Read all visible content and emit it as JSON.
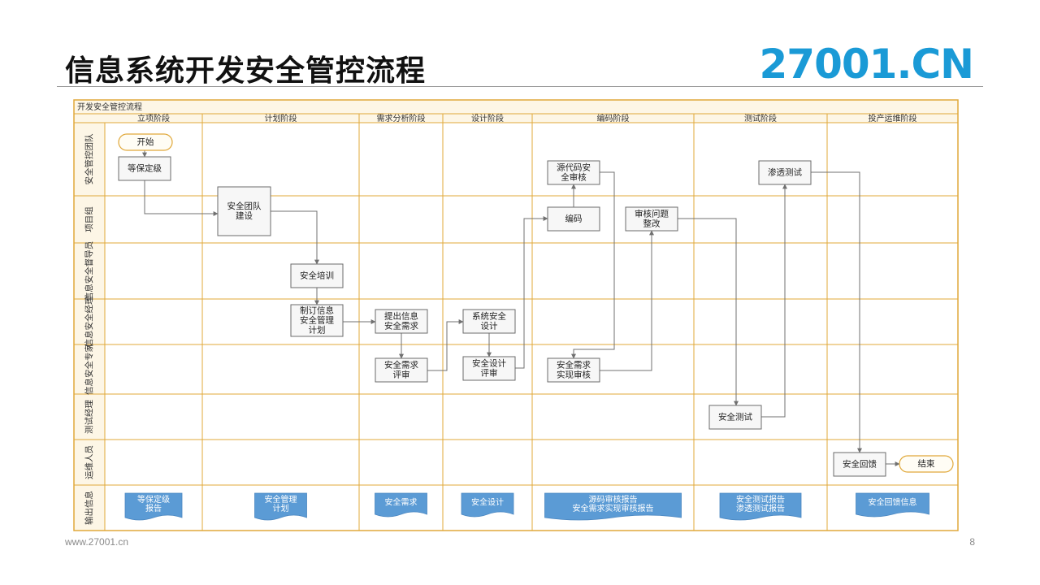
{
  "page": {
    "title": "信息系统开发安全管控流程",
    "logo": "27001.CN",
    "footer_url": "www.27001.cn",
    "page_number": "8"
  },
  "diagram": {
    "title": "开发安全管控流程",
    "phases": [
      "立项阶段",
      "计划阶段",
      "需求分析阶段",
      "设计阶段",
      "编码阶段",
      "测试阶段",
      "投产运维阶段"
    ],
    "lanes": [
      "安全管控团队",
      "项目组",
      "信息安全督导员",
      "信息安全经理",
      "信息安全专家",
      "测试经理",
      "运维人员",
      "输出信息"
    ],
    "nodes": {
      "start": "开始",
      "grade": [
        "等保定级"
      ],
      "team": [
        "安全团队",
        "建设"
      ],
      "training": [
        "安全培训"
      ],
      "plan": [
        "制订信息",
        "安全管理",
        "计划"
      ],
      "req": [
        "提出信息",
        "安全需求"
      ],
      "req_review": [
        "安全需求",
        "评审"
      ],
      "design": [
        "系统安全",
        "设计"
      ],
      "design_review": [
        "安全设计",
        "评审"
      ],
      "src_review": [
        "源代码安",
        "全审核"
      ],
      "coding": [
        "编码"
      ],
      "impl_review": [
        "安全需求",
        "实现审核"
      ],
      "fix": [
        "审核问题",
        "整改"
      ],
      "sec_test": [
        "安全测试"
      ],
      "pen_test": [
        "渗透测试"
      ],
      "callback": [
        "安全回馈"
      ],
      "end": "结束"
    },
    "outputs": [
      [
        "等保定级",
        "报告"
      ],
      [
        "安全管理",
        "计划"
      ],
      [
        "安全需求"
      ],
      [
        "安全设计"
      ],
      [
        "源码审核报告",
        "安全需求实现审核报告"
      ],
      [
        "安全测试报告",
        "渗透测试报告"
      ],
      [
        "安全回馈信息"
      ]
    ],
    "colors": {
      "grid": "#e0a83a",
      "header_bg": "#fdf6e6",
      "box_border": "#6b6b6b",
      "box_fill": "#f7f7f7",
      "terminal_border": "#e0a83a",
      "output_fill": "#5b9bd5",
      "arrow": "#707070"
    }
  }
}
